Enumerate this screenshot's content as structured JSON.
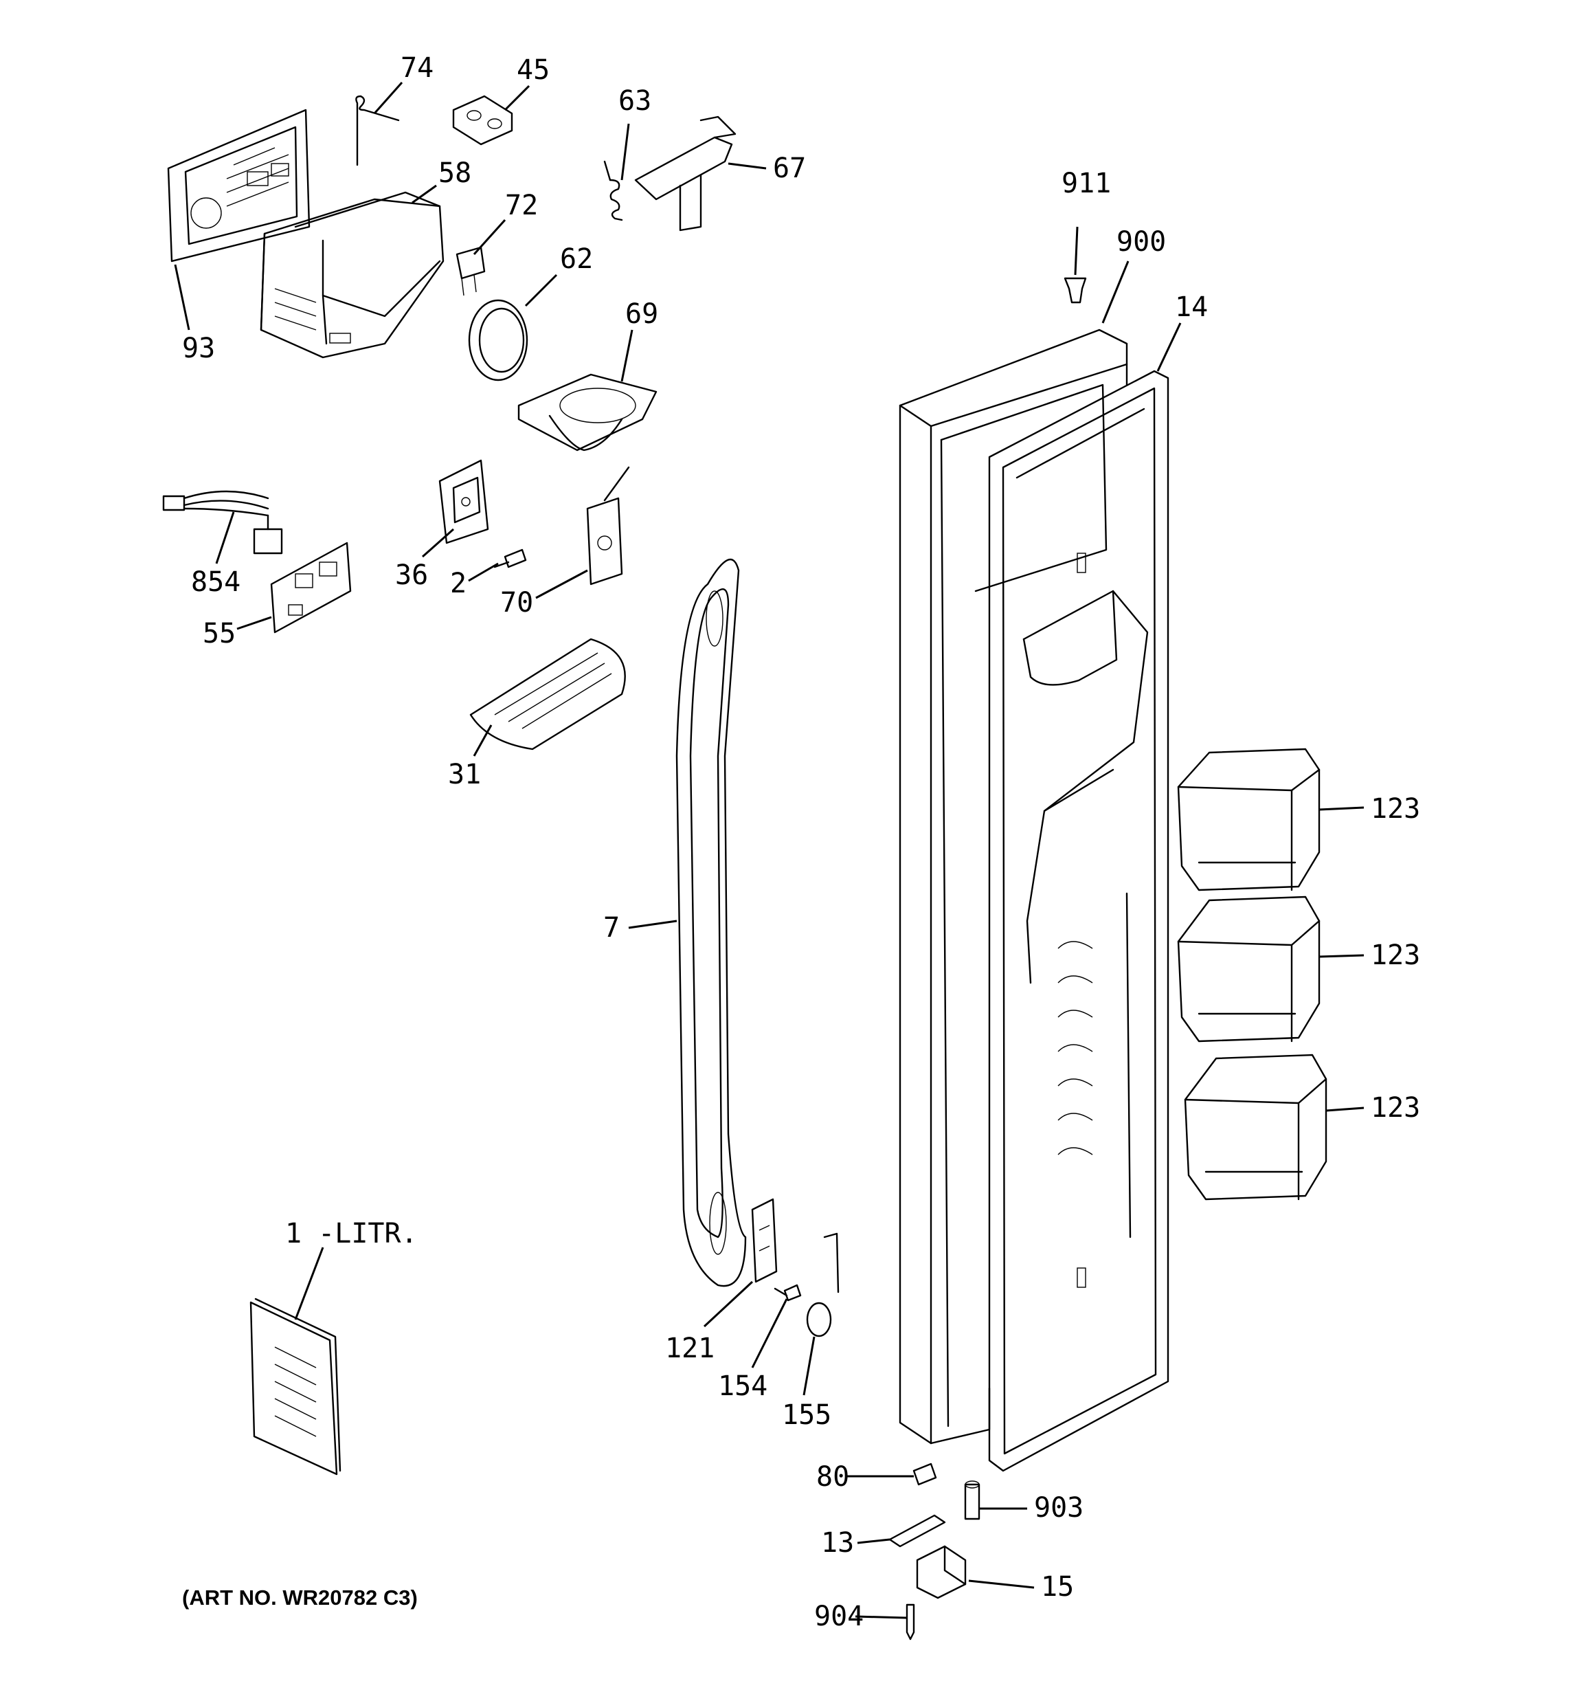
{
  "art_number": "(ART NO. WR20782 C3)",
  "labels": {
    "p74": "74",
    "p45": "45",
    "p63": "63",
    "p67": "67",
    "p58": "58",
    "p72": "72",
    "p62": "62",
    "p93": "93",
    "p69": "69",
    "p911": "911",
    "p900": "900",
    "p14": "14",
    "p854": "854",
    "p36": "36",
    "p2": "2",
    "p70": "70",
    "p55": "55",
    "p31": "31",
    "p123a": "123",
    "p123b": "123",
    "p123c": "123",
    "p7": "7",
    "p1": "1 -LITR.",
    "p121": "121",
    "p154": "154",
    "p155": "155",
    "p80": "80",
    "p903": "903",
    "p13": "13",
    "p15": "15",
    "p904": "904"
  }
}
